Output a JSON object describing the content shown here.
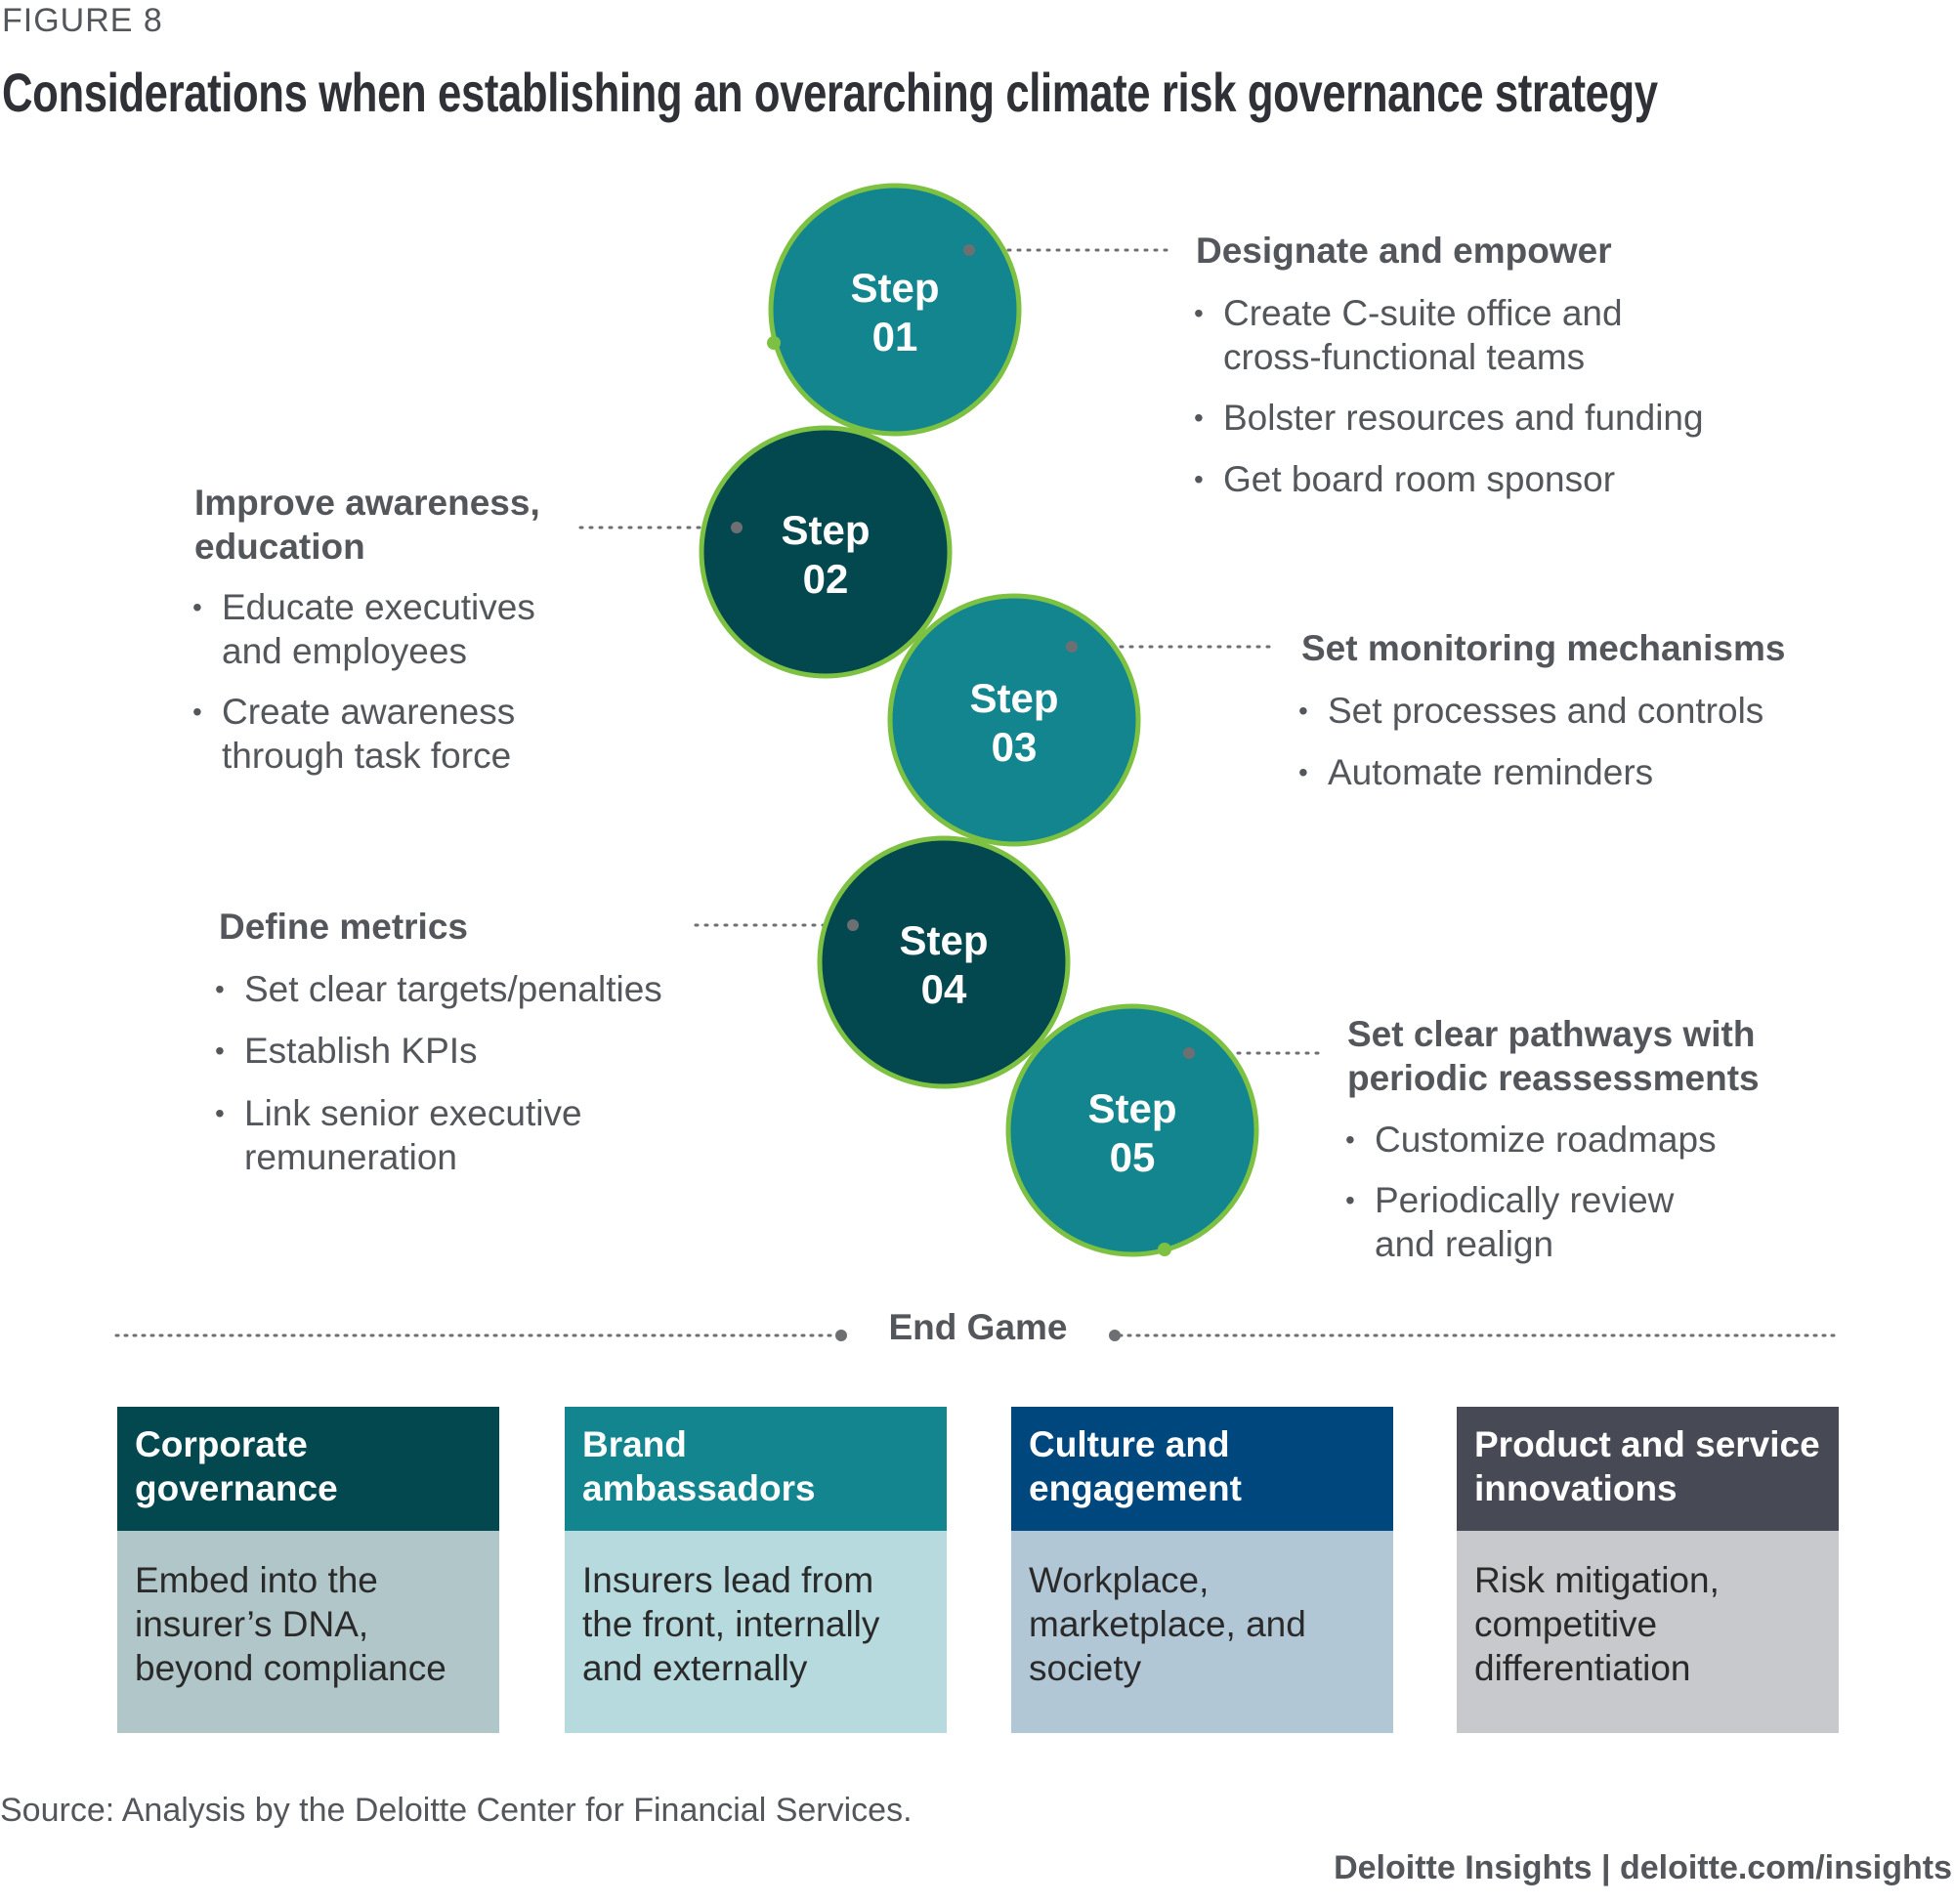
{
  "figure_label": "FIGURE 8",
  "title": "Considerations when establishing an overarching climate risk governance strategy",
  "colors": {
    "teal": "#12858F",
    "dark_teal": "#03474F",
    "green": "#7DC142",
    "navy": "#00477D",
    "charcoal": "#474A54"
  },
  "steps": [
    {
      "word": "Step",
      "num": "01",
      "heading": [
        "Designate and empower"
      ],
      "bullets": [
        [
          "Create C-suite office and",
          "cross-functional teams"
        ],
        [
          "Bolster resources and funding"
        ],
        [
          "Get board room sponsor"
        ]
      ]
    },
    {
      "word": "Step",
      "num": "02",
      "heading": [
        "Improve awareness,",
        "education"
      ],
      "bullets": [
        [
          "Educate executives",
          "and employees"
        ],
        [
          "Create awareness",
          "through task force"
        ]
      ]
    },
    {
      "word": "Step",
      "num": "03",
      "heading": [
        "Set monitoring mechanisms"
      ],
      "bullets": [
        [
          "Set processes and controls"
        ],
        [
          "Automate reminders"
        ]
      ]
    },
    {
      "word": "Step",
      "num": "04",
      "heading": [
        "Define metrics"
      ],
      "bullets": [
        [
          "Set clear targets/penalties"
        ],
        [
          "Establish KPIs"
        ],
        [
          "Link senior executive",
          "remuneration"
        ]
      ]
    },
    {
      "word": "Step",
      "num": "05",
      "heading": [
        "Set clear pathways with",
        "periodic reassessments"
      ],
      "bullets": [
        [
          "Customize roadmaps"
        ],
        [
          "Periodically review",
          "and realign"
        ]
      ]
    }
  ],
  "end_game": "End Game",
  "outcomes": [
    {
      "title": "Corporate governance",
      "body": "Embed into the insurer’s DNA, beyond compliance"
    },
    {
      "title": "Brand ambassadors",
      "body": "Insurers lead from the front, internally and externally"
    },
    {
      "title": "Culture and engagement",
      "body": "Workplace, marketplace, and society"
    },
    {
      "title": "Product and service innovations",
      "body": "Risk mitigation, competitive differentiation"
    }
  ],
  "source": "Source: Analysis by the Deloitte Center for Financial Services.",
  "footer": "Deloitte Insights | deloitte.com/insights"
}
